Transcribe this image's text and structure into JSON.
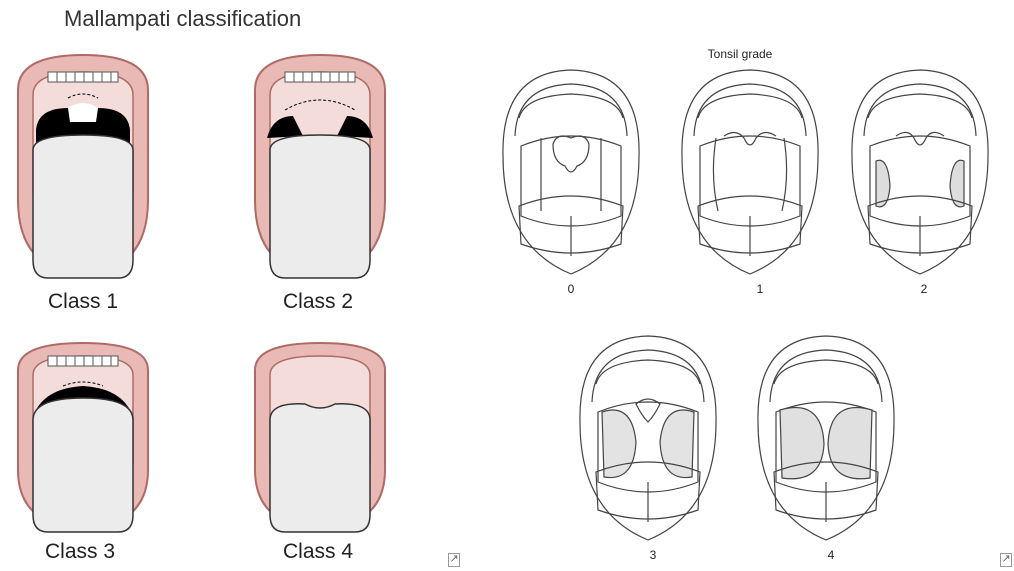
{
  "mallampati": {
    "title": "Mallampati classification",
    "classes": [
      {
        "label": "Class 1"
      },
      {
        "label": "Class 2"
      },
      {
        "label": "Class 3"
      },
      {
        "label": "Class 4"
      }
    ]
  },
  "tonsil": {
    "title": "Tonsil grade",
    "grades": [
      {
        "label": "0"
      },
      {
        "label": "1"
      },
      {
        "label": "2"
      },
      {
        "label": "3"
      },
      {
        "label": "4"
      }
    ]
  },
  "colors": {
    "lip": "#e8b9b5",
    "lip_edge": "#b06a66",
    "inner": "#f3dcd9",
    "tongue": "#ececec",
    "dark": "#000000",
    "line": "#444444"
  },
  "icons": [
    "expand-icon",
    "expand-icon"
  ]
}
